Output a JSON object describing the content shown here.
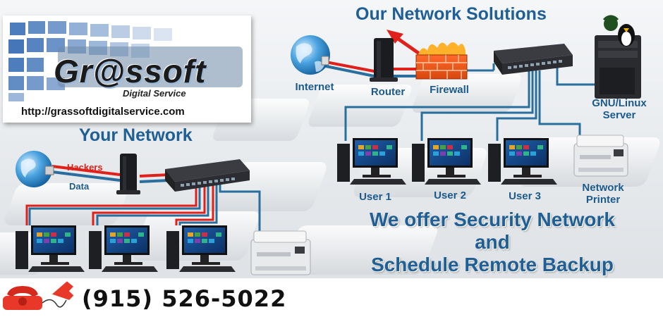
{
  "logo": {
    "brand": "Gr@ssoft",
    "tagline": "Digital Service",
    "url": "http://grassoftdigitalservice.com"
  },
  "top_section": {
    "title": "Our Network Solutions",
    "labels": {
      "internet": "Internet",
      "router": "Router",
      "firewall": "Firewall",
      "server_line1": "GNU/Linux",
      "server_line2": "Server",
      "user1": "User 1",
      "user2": "User 2",
      "user3": "User 3",
      "printer_line1": "Network",
      "printer_line2": "Printer"
    }
  },
  "left_section": {
    "title": "Your Network",
    "hackers_label": "Hackers",
    "data_label": "Data"
  },
  "offer": {
    "line1": "We offer Security Network",
    "line2": "and",
    "line3": "Schedule Remote Backup"
  },
  "contact": {
    "phone": "(915) 526-5022"
  },
  "colors": {
    "title_blue": "#1f5f96",
    "label_blue": "#1c5a8c",
    "link_red": "#e0201a",
    "link_blue": "#2a6e9e"
  }
}
